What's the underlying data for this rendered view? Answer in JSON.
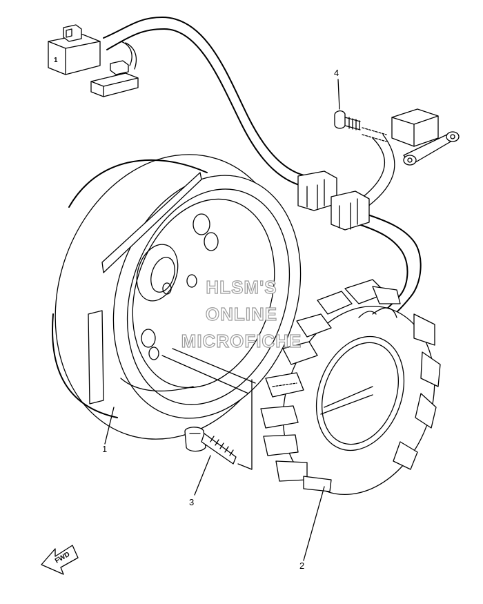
{
  "callouts": {
    "part1": "1",
    "part2": "2",
    "part3": "3",
    "part4": "4"
  },
  "watermark": {
    "line1": "HLSM'S",
    "line2": "ONLINE",
    "line3": "MICROFICHE"
  },
  "direction_arrow": {
    "label": "FWD"
  },
  "connector_mark": "1"
}
